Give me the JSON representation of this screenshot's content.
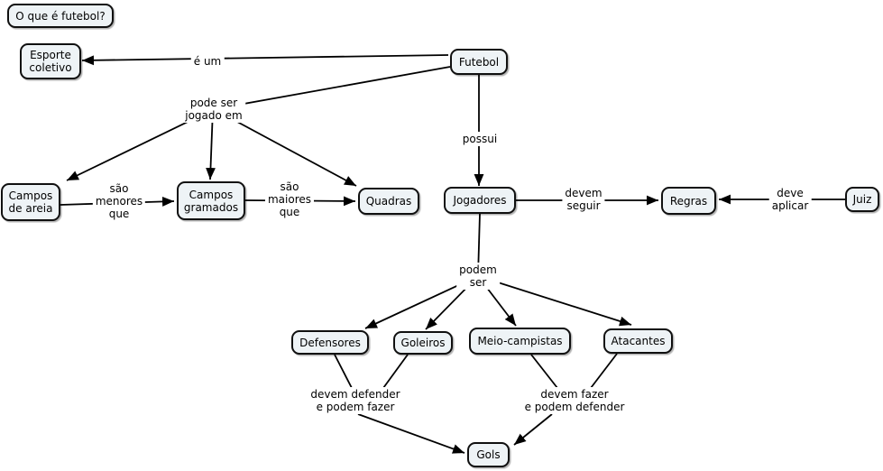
{
  "map_title": "O que é futebol?",
  "nodes": {
    "question": "O que é futebol?",
    "esporte_coletivo": "Esporte coletivo",
    "futebol": "Futebol",
    "campos_de_areia": "Campos\nde areia",
    "campos_gramados": "Campos\ngramados",
    "quadras": "Quadras",
    "jogadores": "Jogadores",
    "regras": "Regras",
    "juiz": "Juiz",
    "defensores": "Defensores",
    "goleiros": "Goleiros",
    "meio_campistas": "Meio-campistas",
    "atacantes": "Atacantes",
    "gols": "Gols"
  },
  "links": {
    "e_um": "é um",
    "pode_ser_jogado_em": "pode ser\njogado em",
    "possui": "possui",
    "sao_menores_que": "são\nmenores\nque",
    "sao_maiores_que": "são\nmaiores\nque",
    "devem_seguir": "devem\nseguir",
    "deve_aplicar": "deve\naplicar",
    "podem_ser": "podem\nser",
    "devem_defender_e_podem_fazer": "devem defender\ne podem fazer",
    "devem_fazer_e_podem_defender": "devem fazer\ne podem defender"
  },
  "colors": {
    "node_fill": "#eef3f6",
    "node_border": "#101010",
    "line": "#000000",
    "canvas": "#ffffff"
  }
}
